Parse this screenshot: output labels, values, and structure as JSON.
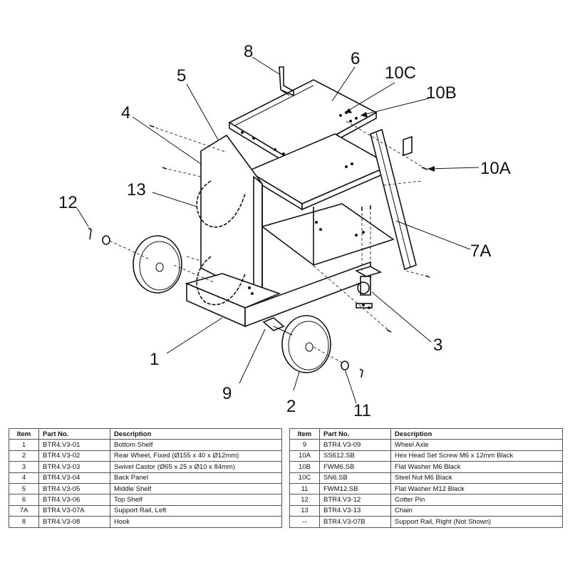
{
  "callouts": {
    "c1": "1",
    "c2": "2",
    "c3": "3",
    "c4": "4",
    "c5": "5",
    "c6": "6",
    "c7a": "7A",
    "c8": "8",
    "c9": "9",
    "c10a": "10A",
    "c10b": "10B",
    "c10c": "10C",
    "c11": "11",
    "c12": "12",
    "c13": "13"
  },
  "table": {
    "headers": [
      "Item",
      "Part No.",
      "Description"
    ],
    "left": [
      {
        "item": "1",
        "part": "BTR4.V3-01",
        "desc": "Bottom Shelf"
      },
      {
        "item": "2",
        "part": "BTR4.V3-02",
        "desc": "Rear Wheel, Fixed (Ø155 x 40 x Ø12mm)"
      },
      {
        "item": "3",
        "part": "BTR4.V3-03",
        "desc": "Swivel Castor (Ø65 x 25 x Ø10 x 84mm)"
      },
      {
        "item": "4",
        "part": "BTR4.V3-04",
        "desc": "Back Panel"
      },
      {
        "item": "5",
        "part": "BTR4.V3-05",
        "desc": "Middle Shelf"
      },
      {
        "item": "6",
        "part": "BTR4.V3-06",
        "desc": "Top Shelf"
      },
      {
        "item": "7A",
        "part": "BTR4.V3-07A",
        "desc": "Support Rail, Left"
      },
      {
        "item": "8",
        "part": "BTR4.V3-08",
        "desc": "Hook"
      }
    ],
    "right": [
      {
        "item": "9",
        "part": "BTR4.V3-09",
        "desc": "Wheel Axle"
      },
      {
        "item": "10A",
        "part": "SS612.SB",
        "desc": "Hex Head Set Screw M6 x 12mm Black"
      },
      {
        "item": "10B",
        "part": "FWM6.SB",
        "desc": "Flat Washer M6 Black"
      },
      {
        "item": "10C",
        "part": "SN6.SB",
        "desc": "Steel Nut M6 Black"
      },
      {
        "item": "11",
        "part": "FWM12.SB",
        "desc": "Flat Washer M12 Black"
      },
      {
        "item": "12",
        "part": "BTR4.V3-12",
        "desc": "Cotter Pin"
      },
      {
        "item": "13",
        "part": "BTR4.V3-13",
        "desc": "Chain"
      },
      {
        "item": "--",
        "part": "BTR4.V3-07B",
        "desc": "Support Rail, Right (Not Shown)"
      }
    ]
  }
}
